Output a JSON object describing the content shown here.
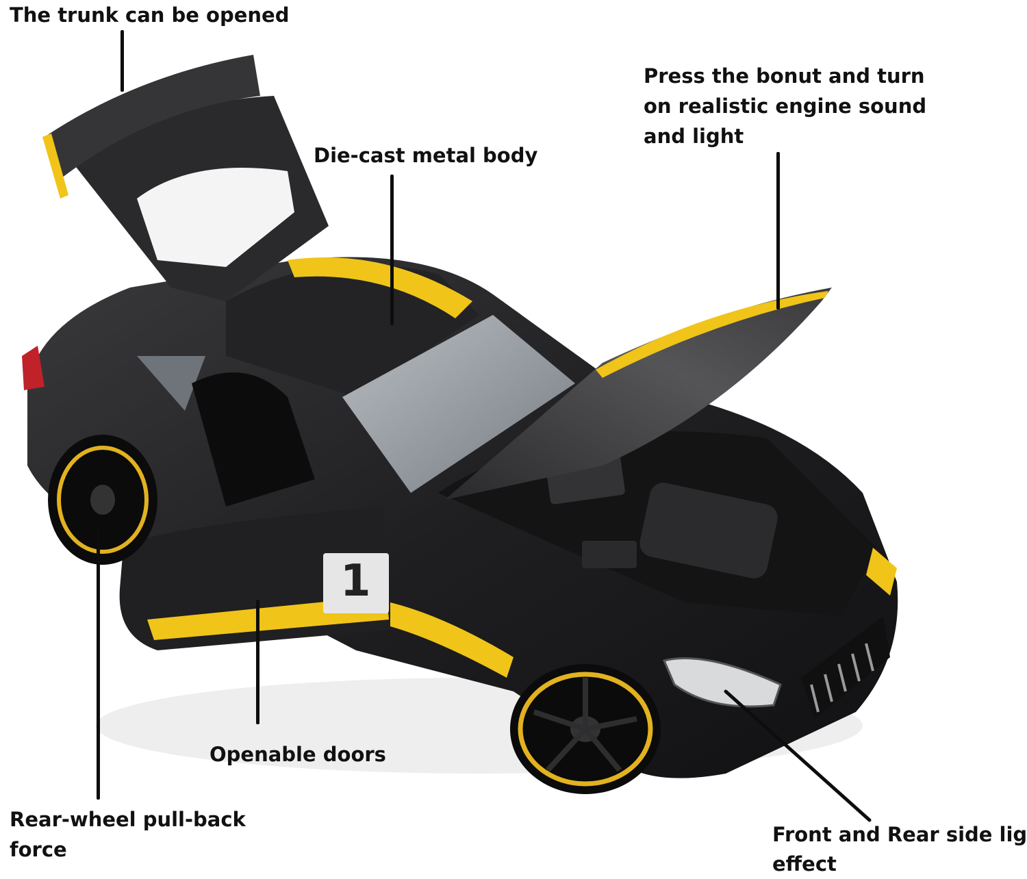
{
  "callouts": {
    "trunk": "The trunk can be opened",
    "body": "Die-cast metal body",
    "engine_line1": "Press the bonut and turn",
    "engine_line2": "on realistic engine sound",
    "engine_line3": "and light",
    "doors": "Openable doors",
    "pullback_line1": "Rear-wheel pull-back",
    "pullback_line2": "force",
    "lights_line1": "Front and Rear side light",
    "lights_line2": "effect"
  },
  "door_number": "1",
  "colors": {
    "body": "#1b1b1d",
    "stripe": "#f0c419",
    "background": "#ffffff"
  }
}
